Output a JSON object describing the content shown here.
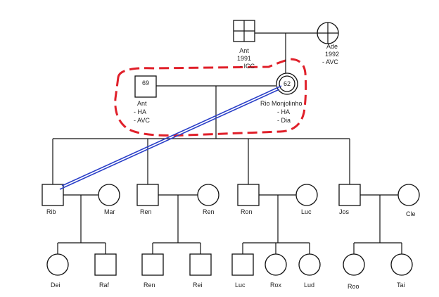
{
  "colors": {
    "highlight": "#e0202a",
    "relationship": "#2a3fc8",
    "line": "#111111"
  },
  "grandparents": {
    "father": {
      "name": "Ant",
      "year": "1991",
      "cause": "- ICC",
      "deceased": true
    },
    "mother": {
      "name": "Ade",
      "year": "1992",
      "cause": "- AVC",
      "deceased": true
    }
  },
  "parents": {
    "father": {
      "age": "69",
      "name": "Ant",
      "conditions": [
        "- HA",
        "- AVC"
      ]
    },
    "mother": {
      "age": "62",
      "name": "Rio Monjolinho",
      "conditions": [
        "- HA",
        "- Dia"
      ],
      "index_patient": true
    }
  },
  "children": [
    {
      "name": "Rib",
      "spouse": "Mar",
      "kids": [
        {
          "name": "Dei",
          "sex": "F"
        },
        {
          "name": "Raf",
          "sex": "M"
        }
      ]
    },
    {
      "name": "Ren",
      "spouse": "Ren",
      "kids": [
        {
          "name": "Ren",
          "sex": "M"
        },
        {
          "name": "Rei",
          "sex": "M"
        }
      ]
    },
    {
      "name": "Ron",
      "spouse": "Luc",
      "kids": [
        {
          "name": "Luc",
          "sex": "M"
        },
        {
          "name": "Rox",
          "sex": "F"
        },
        {
          "name": "Lud",
          "sex": "F"
        }
      ]
    },
    {
      "name": "Jos",
      "spouse": "Cle",
      "kids": [
        {
          "name": "Roo",
          "sex": "F"
        },
        {
          "name": "Tai",
          "sex": "F"
        }
      ]
    }
  ]
}
